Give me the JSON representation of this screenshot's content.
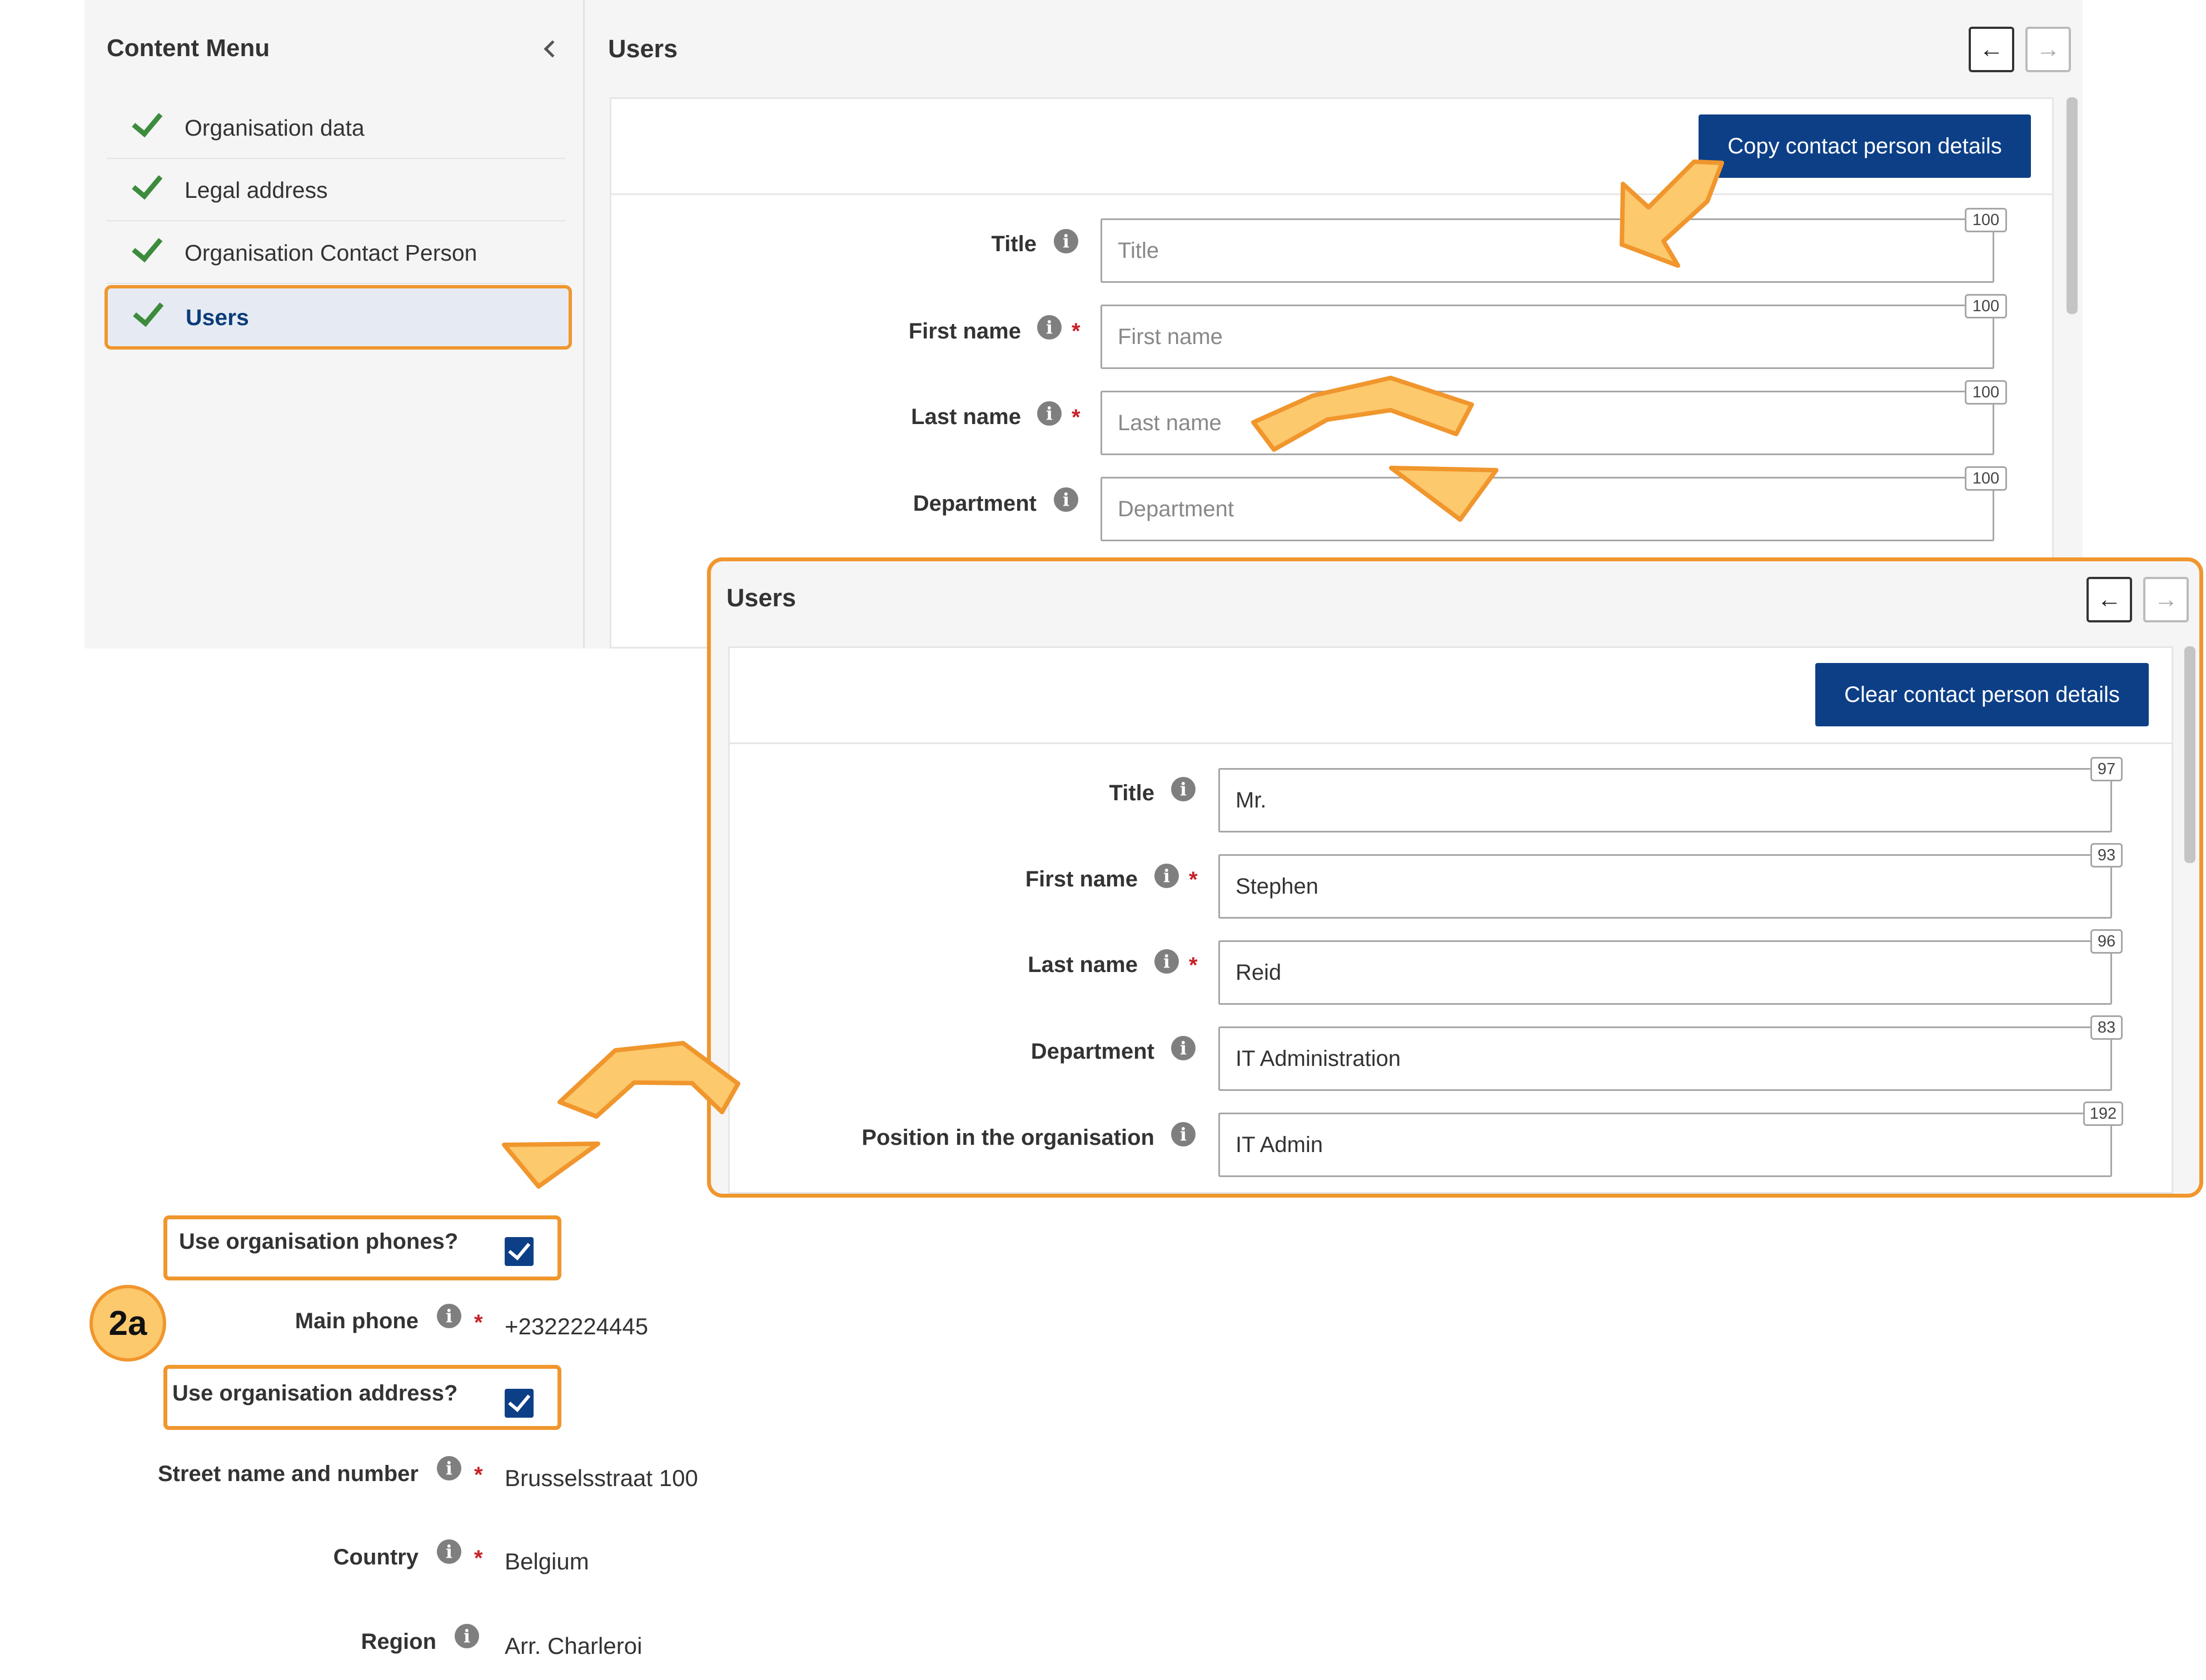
{
  "sidebar": {
    "title": "Content Menu",
    "items": [
      {
        "label": "Organisation data"
      },
      {
        "label": "Legal address"
      },
      {
        "label": "Organisation Contact Person"
      },
      {
        "label": "Users"
      }
    ]
  },
  "top_panel": {
    "heading": "Users",
    "copy_button_label": "Copy contact person details",
    "fields": [
      {
        "label": "Title",
        "placeholder": "Title",
        "counter": "100",
        "required": false
      },
      {
        "label": "First name",
        "placeholder": "First name",
        "counter": "100",
        "required": true
      },
      {
        "label": "Last name",
        "placeholder": "Last name",
        "counter": "100",
        "required": true
      },
      {
        "label": "Department",
        "placeholder": "Department",
        "counter": "100",
        "required": false
      }
    ]
  },
  "overlay_panel": {
    "heading": "Users",
    "clear_button_label": "Clear contact person details",
    "fields": [
      {
        "label": "Title",
        "value": "Mr.",
        "counter": "97",
        "required": false
      },
      {
        "label": "First name",
        "value": "Stephen",
        "counter": "93",
        "required": true
      },
      {
        "label": "Last name",
        "value": "Reid",
        "counter": "96",
        "required": true
      },
      {
        "label": "Department",
        "value": "IT Administration",
        "counter": "83",
        "required": false
      },
      {
        "label": "Position in the organisation",
        "value": "IT Admin",
        "counter": "192",
        "required": false
      }
    ]
  },
  "bottom_form": {
    "step_badge": "2a",
    "use_org_phones": {
      "label": "Use organisation phones?",
      "checked": true
    },
    "main_phone": {
      "label": "Main phone",
      "value": "+2322224445"
    },
    "use_org_address": {
      "label": "Use organisation address?",
      "checked": true
    },
    "street": {
      "label": "Street name and number",
      "value": "Brusselsstraat 100"
    },
    "country": {
      "label": "Country",
      "value": "Belgium"
    },
    "region": {
      "label": "Region",
      "value": "Arr. Charleroi"
    }
  },
  "common": {
    "required_mark": "*",
    "info_glyph": "i",
    "back_arrow": "←",
    "forward_arrow": "→"
  },
  "colors": {
    "accent_orange": "#f0962d",
    "arrow_fill": "#fcc96d",
    "primary_blue": "#0d3f87",
    "check_green": "#3d8b3d",
    "required_red": "#c7222a"
  },
  "icons": [
    "chevron-left-icon",
    "check-icon",
    "arrow-left-icon",
    "arrow-right-icon",
    "info-icon",
    "checkbox-checked-icon",
    "callout-arrow-icon"
  ]
}
